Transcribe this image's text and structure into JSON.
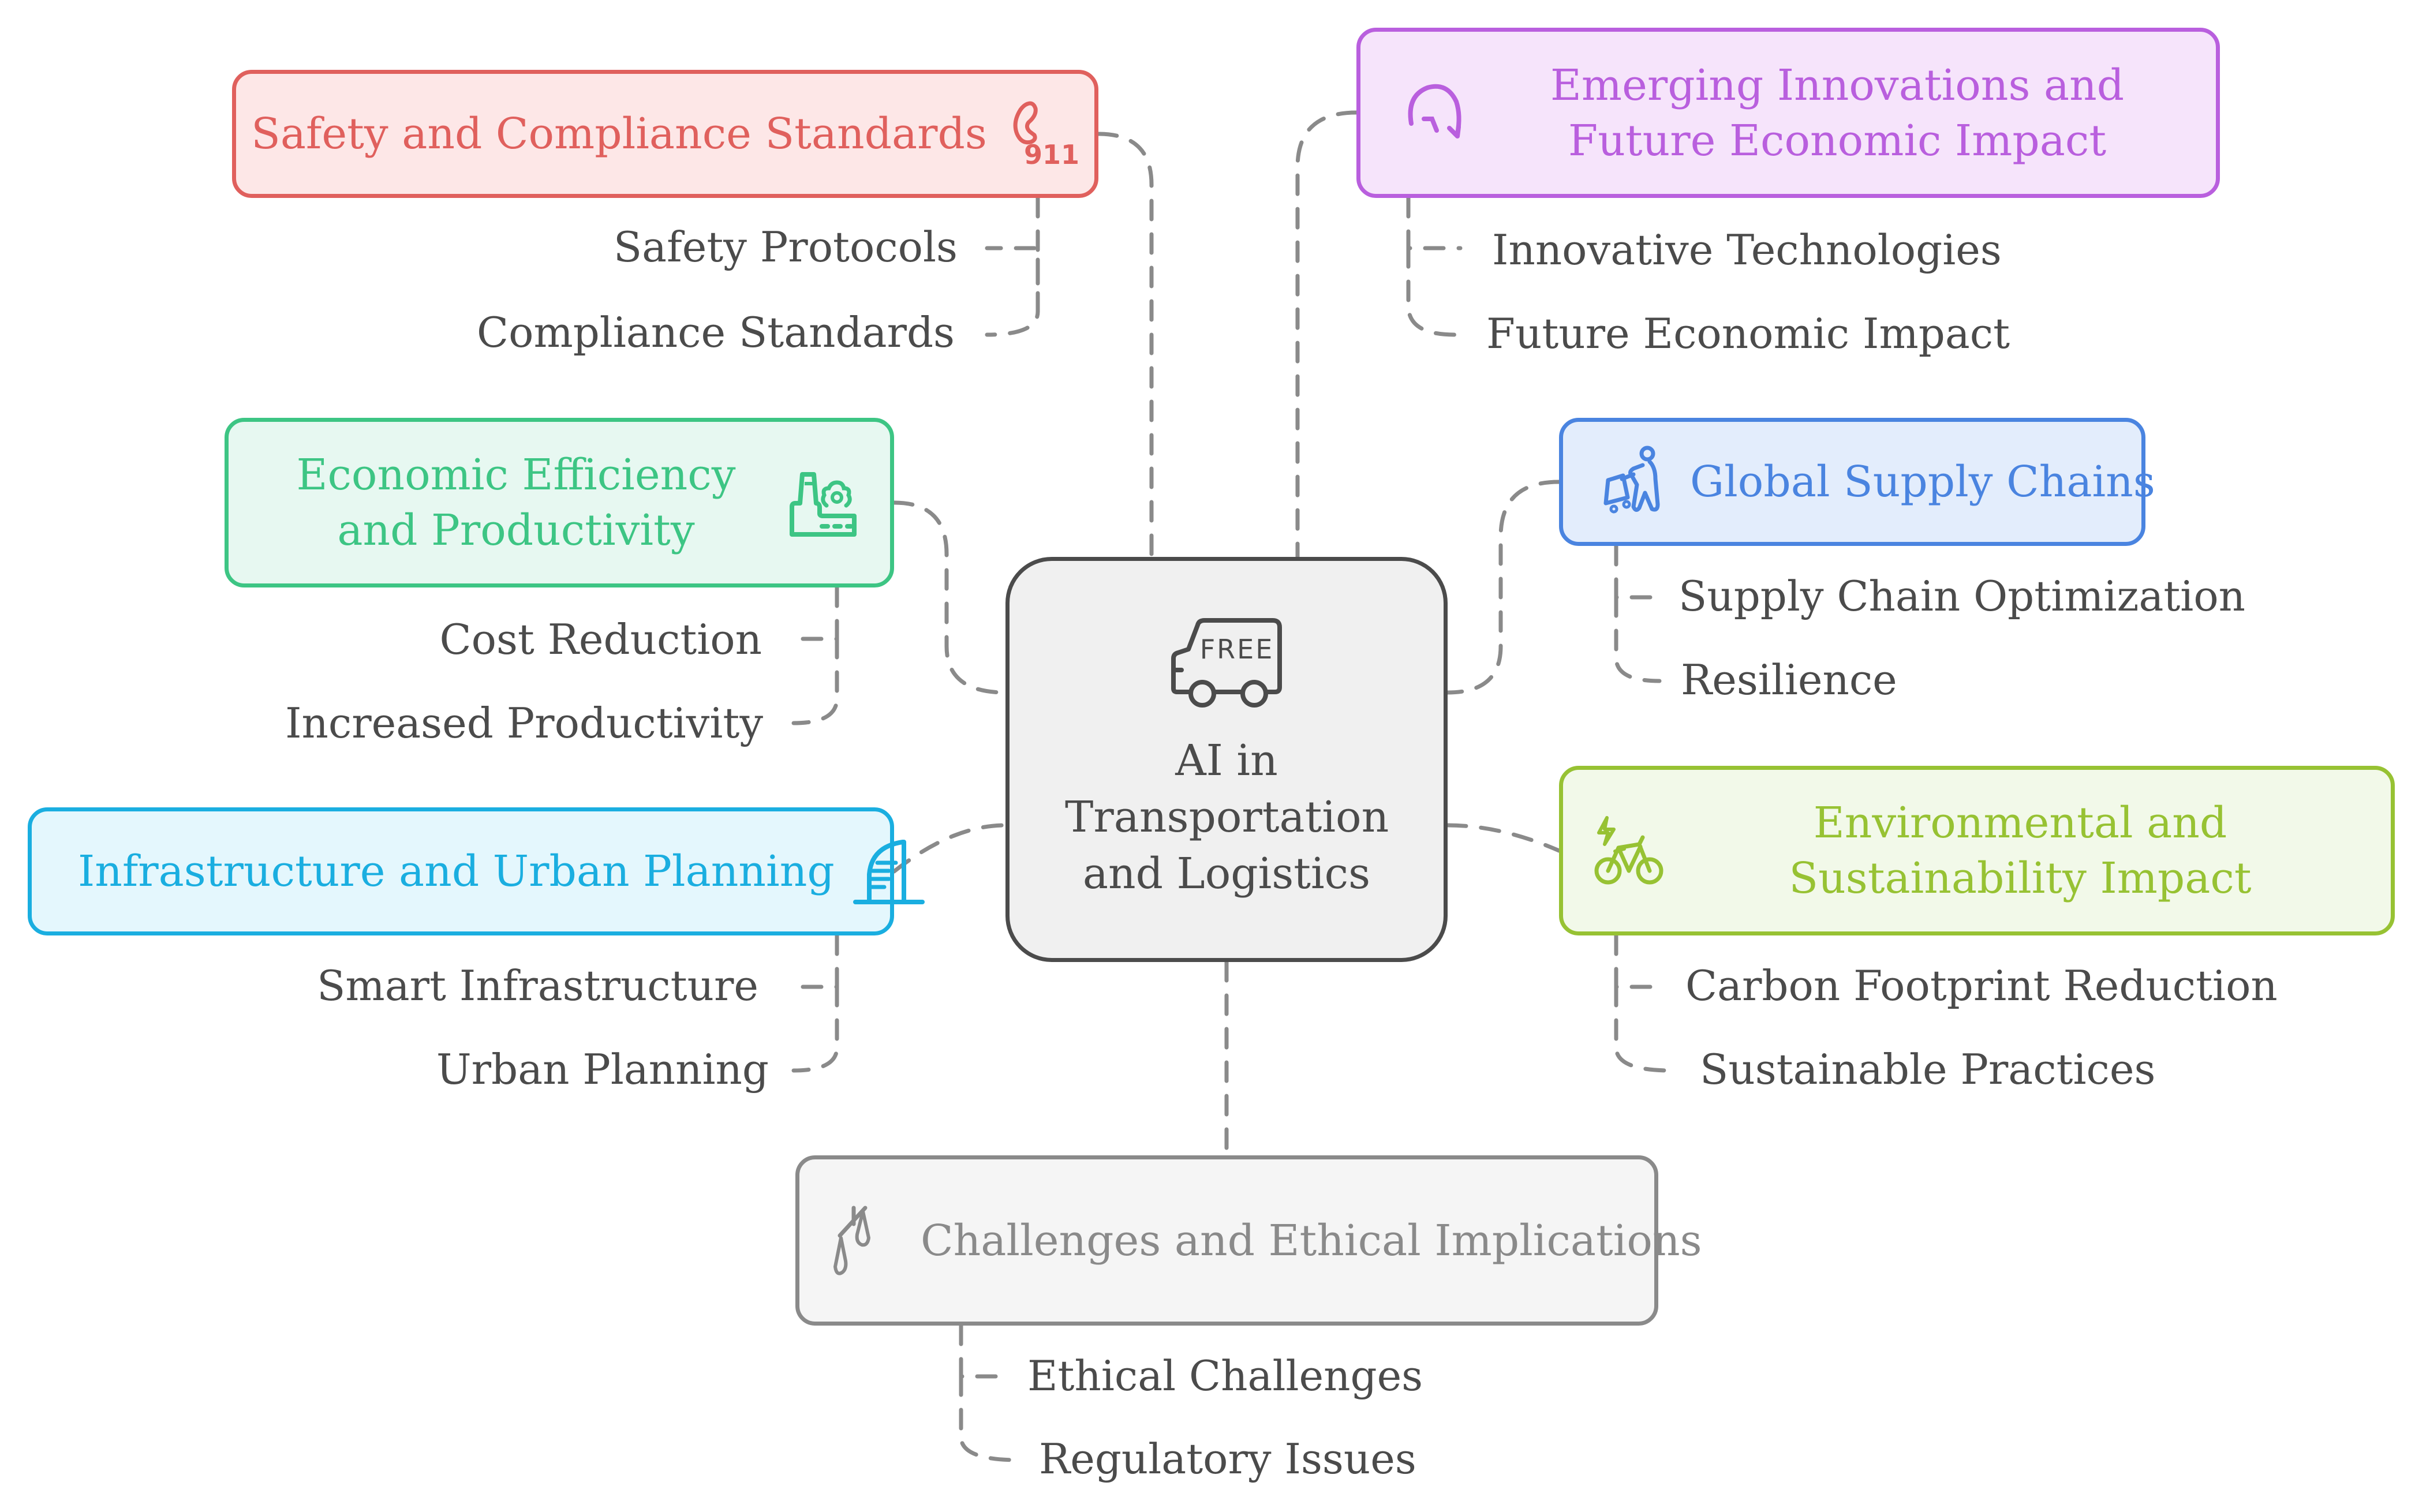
{
  "diagram": {
    "title": "AI in Transportation and Logistics",
    "center": {
      "label": "AI in Transportation and Logistics",
      "icon": "free-delivery-truck-icon",
      "icon_text": "FREE"
    },
    "branches": [
      {
        "id": "safety",
        "label": "Safety and Compliance Standards",
        "icon": "emergency-911-phone-icon",
        "icon_text": "911",
        "color": "#e0605d",
        "fill": "#fde7e7",
        "children": [
          "Safety Protocols",
          "Compliance Standards"
        ]
      },
      {
        "id": "emerging",
        "label": "Emerging Innovations and Future Economic Impact",
        "icon": "rotate-arrow-icon",
        "color": "#b95fde",
        "fill": "#f6e4fb",
        "children": [
          "Innovative Technologies",
          "Future Economic Impact"
        ]
      },
      {
        "id": "economic",
        "label": "Economic Efficiency and Productivity",
        "icon": "factory-gear-icon",
        "color": "#3dc584",
        "fill": "#e7f8f1",
        "children": [
          "Cost Reduction",
          "Increased Productivity"
        ]
      },
      {
        "id": "global",
        "label": "Global Supply Chains",
        "icon": "person-pushing-cart-icon",
        "color": "#4a84e0",
        "fill": "#e3edfc",
        "children": [
          "Supply Chain Optimization",
          "Resilience"
        ]
      },
      {
        "id": "infra",
        "label": "Infrastructure and Urban Planning",
        "icon": "skyscraper-icon",
        "color": "#1aaee0",
        "fill": "#e4f7fd",
        "children": [
          "Smart Infrastructure",
          "Urban Planning"
        ]
      },
      {
        "id": "env",
        "label": "Environmental and Sustainability Impact",
        "icon": "electric-bike-icon",
        "color": "#97c233",
        "fill": "#f2f9e9",
        "children": [
          "Carbon Footprint Reduction",
          "Sustainable Practices"
        ]
      },
      {
        "id": "challenges",
        "label": "Challenges and Ethical Implications",
        "icon": "scales-icon",
        "color": "#8a8a8a",
        "fill": "#f5f5f5",
        "children": [
          "Ethical Challenges",
          "Regulatory Issues"
        ]
      }
    ]
  }
}
